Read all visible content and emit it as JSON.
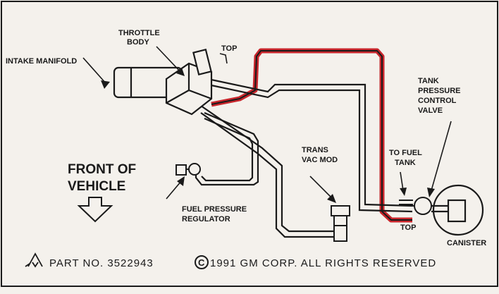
{
  "labels": {
    "throttle_body_1": "THROTTLE",
    "throttle_body_2": "BODY",
    "top_upper": "TOP",
    "intake_manifold": "INTAKE MANIFOLD",
    "tank_pcv_1": "TANK",
    "tank_pcv_2": "PRESSURE",
    "tank_pcv_3": "CONTROL",
    "tank_pcv_4": "VALVE",
    "front_1": "FRONT OF",
    "front_2": "VEHICLE",
    "trans_1": "TRANS",
    "trans_2": "VAC MOD",
    "to_fuel_1": "TO FUEL",
    "to_fuel_2": "TANK",
    "fpr_1": "FUEL PRESSURE",
    "fpr_2": "REGULATOR",
    "top_lower": "TOP",
    "canister": "CANISTER"
  },
  "footer": {
    "part_no": "PART NO. 3522943",
    "copyright": "1991 GM CORP.  ALL RIGHTS RESERVED"
  },
  "colors": {
    "ink": "#1a1a1a",
    "paper": "#f4f1ec",
    "highlight": "#c8262c"
  }
}
